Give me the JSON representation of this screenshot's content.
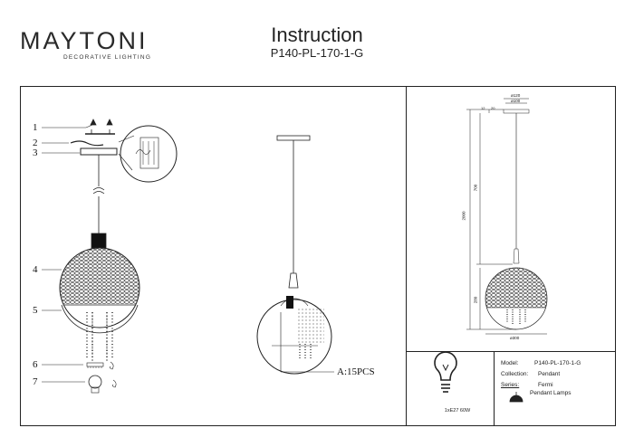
{
  "brand": {
    "name": "MAYTONI",
    "tagline": "DECORATIVE LIGHTING"
  },
  "document": {
    "title": "Instruction",
    "code": "P140-PL-170-1-G"
  },
  "parts": [
    "1",
    "2",
    "3",
    "4",
    "5",
    "6",
    "7"
  ],
  "crystal_callout": "A:15PCS",
  "dimensions": {
    "canopy_outer": "ø120",
    "canopy_inner": "ø100",
    "canopy_h1": "20",
    "canopy_h2": "12",
    "cable": "700",
    "overall": "2000",
    "shade_h": "280",
    "shade_w": "ø300"
  },
  "bulb": {
    "spec": "1xE27 60W"
  },
  "info": {
    "model_label": "Model:",
    "model_value": "P140-PL-170-1-G",
    "collection_label": "Collection:",
    "collection_value": "Pendant",
    "series_label": "Series:",
    "series_value": "Fermi",
    "type_value": "Pendant Lamps"
  }
}
